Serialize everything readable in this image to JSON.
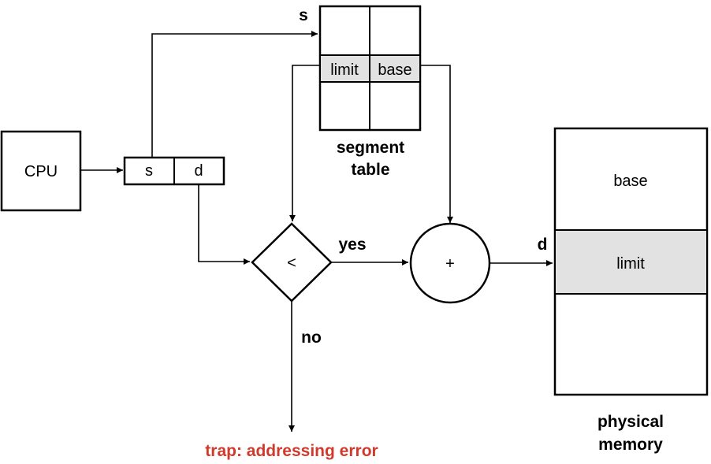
{
  "cpu": {
    "label": "CPU"
  },
  "logical_address": {
    "s": "s",
    "d": "d"
  },
  "segment_table": {
    "index_label": "s",
    "cells": {
      "limit": "limit",
      "base": "base"
    },
    "caption_line1": "segment",
    "caption_line2": "table"
  },
  "comparator": {
    "symbol": "<",
    "yes": "yes",
    "no": "no"
  },
  "adder": {
    "symbol": "+"
  },
  "offset_label": "d",
  "physical_memory": {
    "base": "base",
    "limit": "limit",
    "caption_line1": "physical",
    "caption_line2": "memory"
  },
  "trap": {
    "label": "trap: addressing error"
  },
  "colors": {
    "error": "#d03a2c",
    "highlight": "#e2e2e2"
  }
}
